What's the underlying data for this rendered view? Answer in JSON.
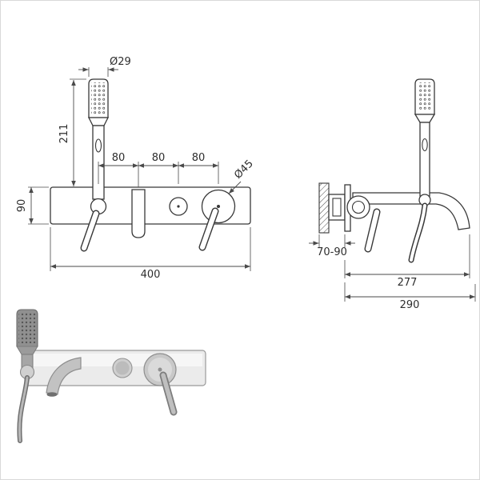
{
  "front_view": {
    "dims": {
      "handshower_diameter": "Ø29",
      "handshower_height": "211",
      "spacing": [
        "80",
        "80",
        "80"
      ],
      "mixer_knob_diameter": "Ø45",
      "plate_height": "90",
      "plate_width": "400"
    }
  },
  "side_view": {
    "dims": {
      "wall_depth_range": "70-90",
      "spout_reach": "277",
      "total_reach": "290"
    }
  },
  "colors": {
    "background": "#ffffff",
    "outline": "#383838",
    "dimension": "#4a4a4a",
    "render_light": "#ebebeb",
    "render_mid": "#c2c2c2",
    "render_dark": "#8f8f8f"
  }
}
